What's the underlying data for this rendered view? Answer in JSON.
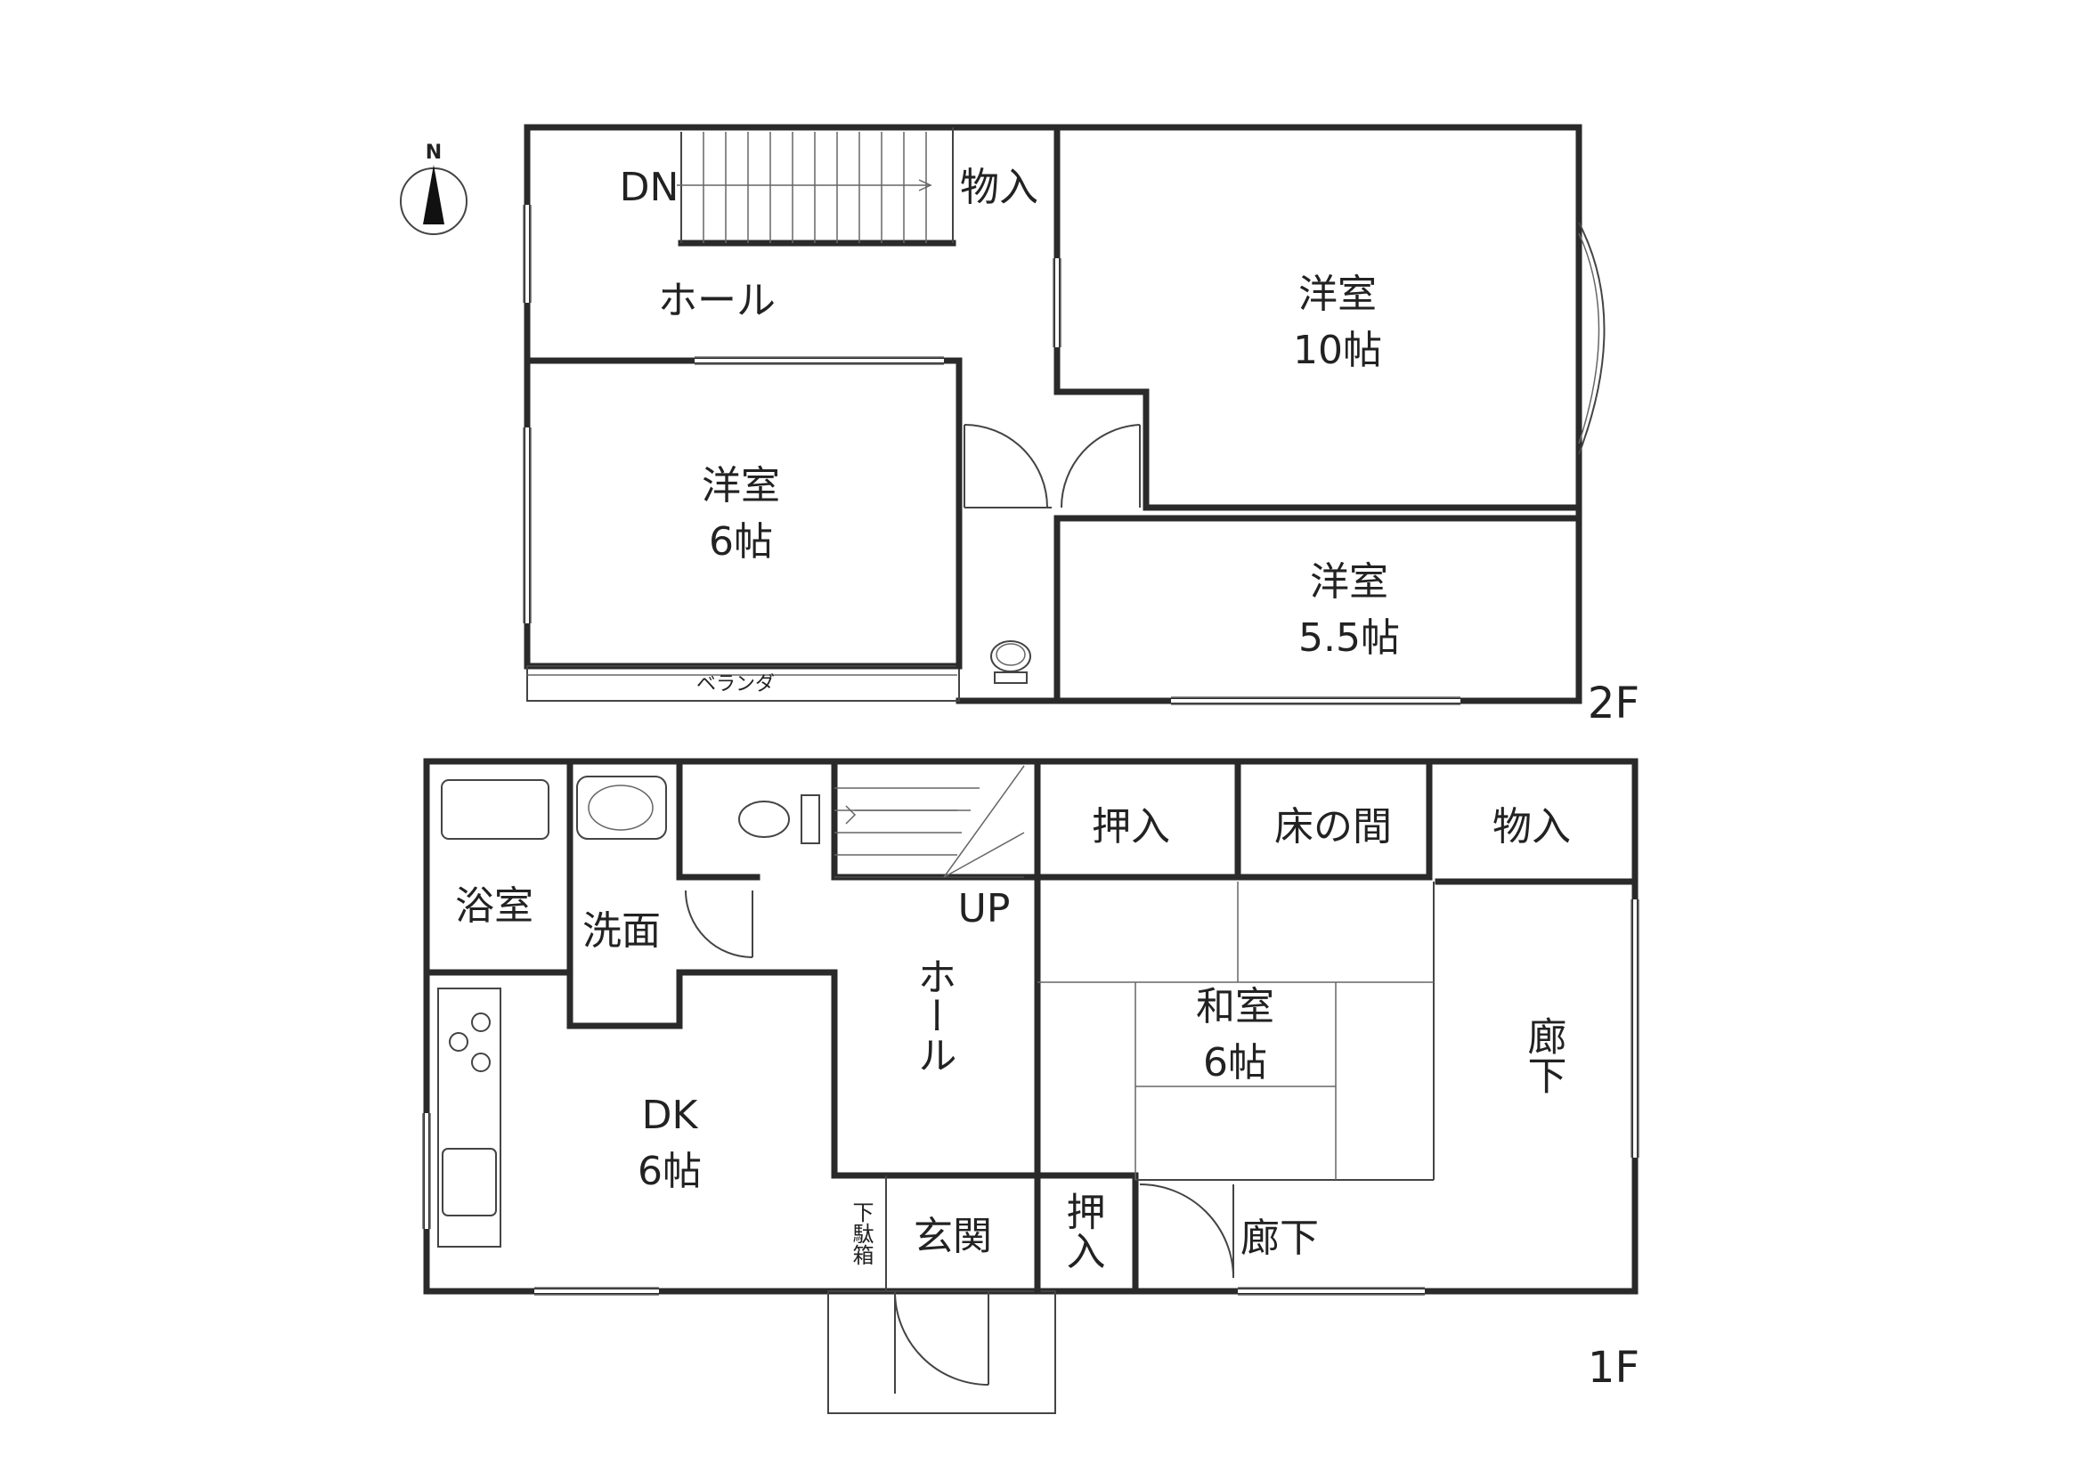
{
  "compass": {
    "label": "N",
    "icon": "north-arrow-icon"
  },
  "floors": {
    "second": {
      "label": "2F",
      "rooms": {
        "stair_label": "DN",
        "storage": "物入",
        "hall": "ホール",
        "western_large_name": "洋室",
        "western_large_size": "10帖",
        "western_left_name": "洋室",
        "western_left_size": "6帖",
        "western_small_name": "洋室",
        "western_small_size": "5.5帖",
        "veranda": "ベランダ"
      }
    },
    "first": {
      "label": "1F",
      "rooms": {
        "bath": "浴室",
        "washroom": "洗面",
        "stair_label": "UP",
        "closet_top": "押入",
        "alcove": "床の間",
        "storage": "物入",
        "japanese_name": "和室",
        "japanese_size": "6帖",
        "corridor_right": "廊下",
        "hall": "ホール",
        "dk_name": "DK",
        "dk_size": "6帖",
        "shoe_box": "下駄箱",
        "entrance": "玄関",
        "closet_small": "押入",
        "corridor_bottom": "廊下"
      }
    }
  },
  "colors": {
    "wall": "#2a2a2a",
    "line": "#444444",
    "paper": "#ffffff"
  }
}
